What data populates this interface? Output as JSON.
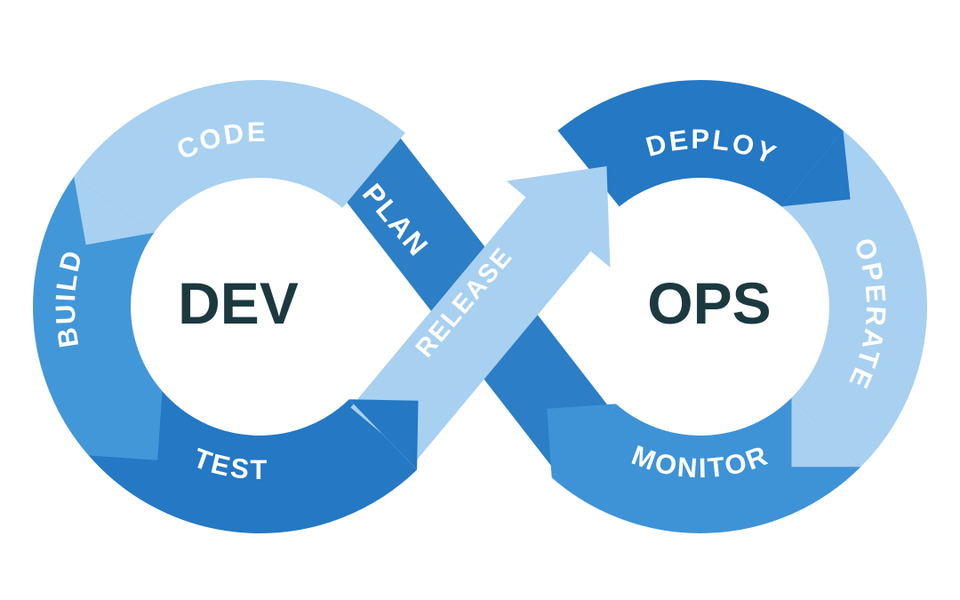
{
  "diagram": {
    "name": "DevOps infinity loop",
    "dev_label": "DEV",
    "ops_label": "OPS",
    "stages": {
      "plan": "PLAN",
      "code": "CODE",
      "build": "BUILD",
      "test": "TEST",
      "release": "RELEASE",
      "deploy": "DEPLOY",
      "operate": "OPERATE",
      "monitor": "MONITOR"
    },
    "colors": {
      "light_blue": "#A8D0F0",
      "medium_blue": "#4297D8",
      "dark_blue": "#2478C4",
      "monitor_blue": "#3E93D6",
      "ribbon_blue": "#2C7EC6",
      "label_text": "#FFFFFF",
      "center_text": "#1C3940",
      "background": "#FFFFFF"
    }
  }
}
